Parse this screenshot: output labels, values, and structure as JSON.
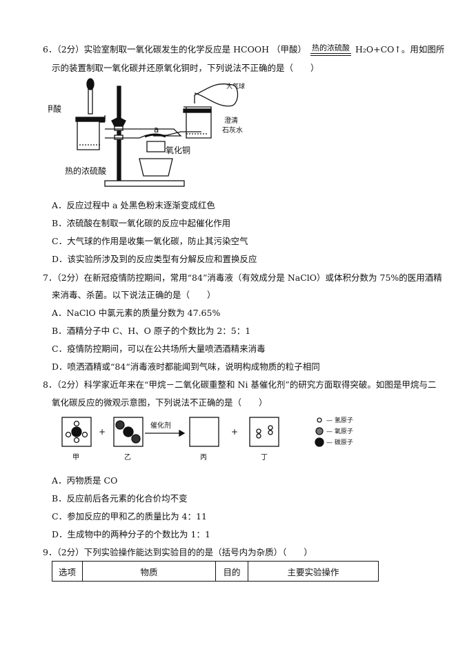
{
  "q6": {
    "line1_prefix": "6．（2分）实验室制取一氧化碳发生的化学反应是 HCOOH （甲酸）",
    "condition": "热的浓硫酸",
    "products": "H₂O+CO↑",
    "line1_suffix": "。用如图所",
    "line2": "示的装置制取一氧化碳并还原氧化铜时，下列说法不正确的是（　　）",
    "figure_labels": {
      "formic_acid": "甲酸",
      "hot_acid": "热的浓硫酸",
      "point_a": "a",
      "copper_oxide": "氧化铜",
      "balloon": "大气球",
      "limewater_1": "澄清",
      "limewater_2": "石灰水"
    },
    "options": [
      "A．反应过程中 a 处黑色粉末逐渐变成红色",
      "B．浓硫酸在制取一氧化碳的反应中起催化作用",
      "C．大气球的作用是收集一氧化碳，防止其污染空气",
      "D．该实验所涉及到的反应类型有分解反应和置换反应"
    ]
  },
  "q7": {
    "line1": "7．（2分）在新冠疫情防控期间，常用“84”消毒液（有效成分是 NaClO）或体积分数为 75%的医用酒精",
    "line2": "来消毒、杀菌。以下说法正确的是（　　）",
    "options": [
      "A．NaClO 中氯元素的质量分数为 47.65%",
      "B．酒精分子中 C、H、O 原子的个数比为 2：5：1",
      "C．疫情防控期间，可以在公共场所大量喷洒酒精来消毒",
      "D．喷洒酒精或“84“消毒液时都能闻到气味，说明构成物质的粒子相同"
    ]
  },
  "q8": {
    "line1": "8．（2分）科学家近年来在“甲烷－二氧化碳重整和 Ni 基催化剂”的研究方面取得突破。如图是甲烷与二",
    "line2": "氧化碳反应的微观示意图，下列说法不正确的是（　　）",
    "figure": {
      "catalyst": "催化剂",
      "plus": "+",
      "labels": [
        "甲",
        "乙",
        "丙",
        "丁"
      ],
      "legend": [
        "— 氢原子",
        "— 氧原子",
        "— 碳原子"
      ]
    },
    "options": [
      "A．丙物质是 CO",
      "B．反应前后各元素的化合价均不变",
      "C．参加反应的甲和乙的质量比为 4：11",
      "D．生成物中的两种分子的个数比为 1：1"
    ]
  },
  "q9": {
    "line1": "9．（2分）下列实验操作能达到实验目的的是（括号内为杂质）（　　）",
    "table_headers": [
      "选项",
      "物质",
      "目的",
      "主要实验操作"
    ]
  }
}
